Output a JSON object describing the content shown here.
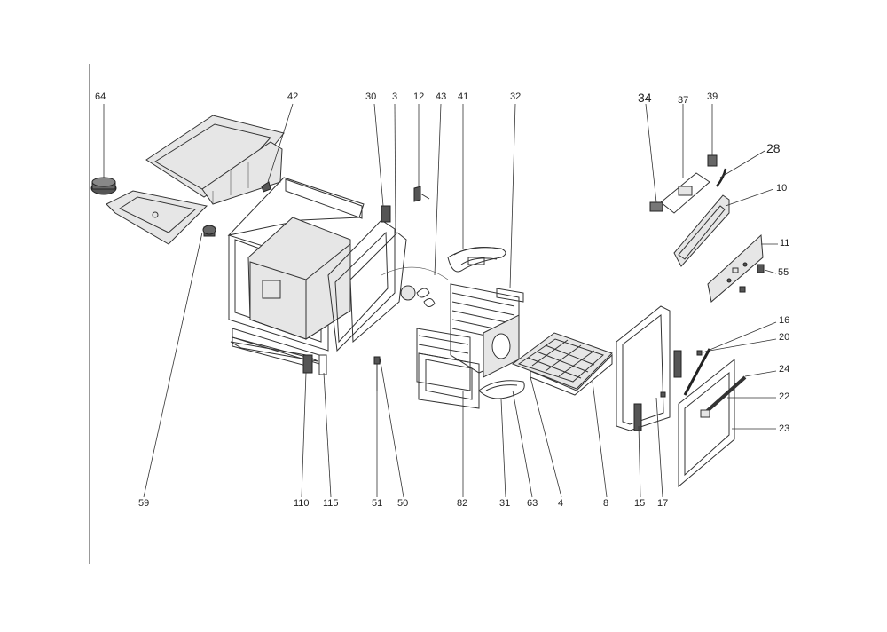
{
  "labels": {
    "l64": "64",
    "l42": "42",
    "l30": "30",
    "l3": "3",
    "l12": "12",
    "l43": "43",
    "l41": "41",
    "l32": "32",
    "l34": "34",
    "l37": "37",
    "l39": "39",
    "l28": "28",
    "l10": "10",
    "l11": "11",
    "l55": "55",
    "l16": "16",
    "l20": "20",
    "l24": "24",
    "l22": "22",
    "l23": "23",
    "l59": "59",
    "l110": "110",
    "l115": "115",
    "l51": "51",
    "l50": "50",
    "l82": "82",
    "l31": "31",
    "l63": "63",
    "l4": "4",
    "l8": "8",
    "l15": "15",
    "l17": "17"
  }
}
